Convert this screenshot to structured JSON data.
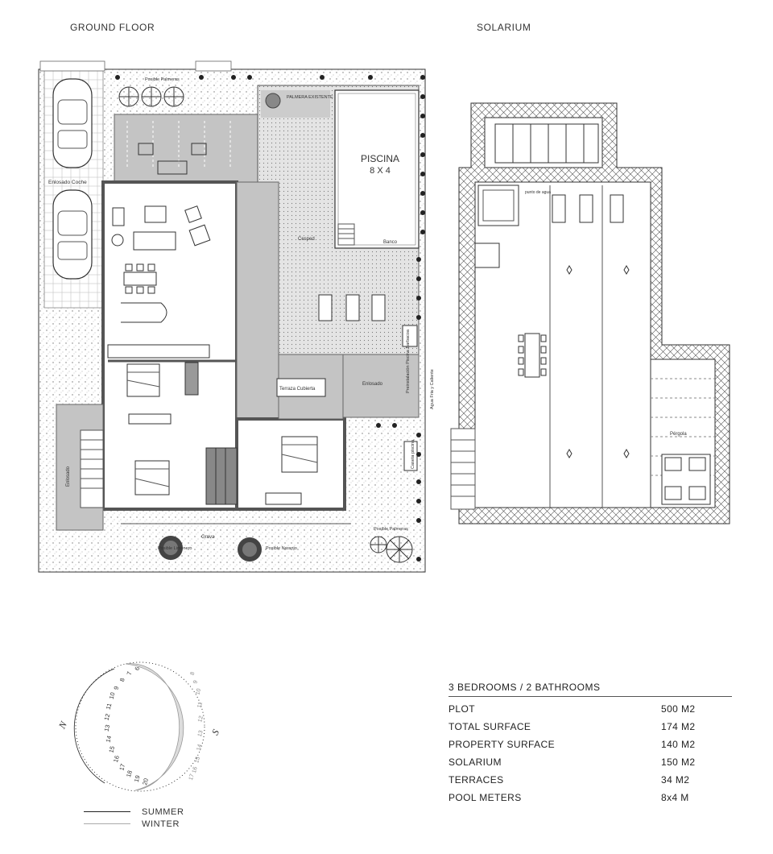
{
  "titles": {
    "ground_floor": "GROUND FLOOR",
    "solarium": "SOLARIUM"
  },
  "ground_labels": {
    "palmera": "PALMERA EXISTENTE",
    "piscina": "PISCINA",
    "piscina_size": "8 X 4",
    "cesped": "Cesped",
    "banco": "Banco",
    "enlosado_coche": "Enlosado Coche",
    "terraza": "Terraza Cubierta",
    "enlosado_right": "Enlosado",
    "enlosado_left": "Enlosado",
    "preinstalacion": "Preinstalación Piscina Barbacoa",
    "agua": "Agua Fria y Caliente",
    "caseta": "Caseta piscina",
    "grava": "Grava",
    "limonero": "Posible Limonero",
    "naranjo": "Posible Naranjo",
    "palmeras_bottom": "Posible Palmeras",
    "palmeras_top": "Posible Palmeras"
  },
  "solarium_labels": {
    "punto_agua": "punto de agua",
    "pergola": "Pérgola"
  },
  "specs": {
    "heading": "3 BEDROOMS / 2 BATHROOMS",
    "rows": [
      {
        "label": "PLOT",
        "value": "500 M2"
      },
      {
        "label": "TOTAL SURFACE",
        "value": "174 M2"
      },
      {
        "label": "PROPERTY SURFACE",
        "value": "140 M2"
      },
      {
        "label": "SOLARIUM",
        "value": "150 M2"
      },
      {
        "label": "TERRACES",
        "value": "34 M2"
      },
      {
        "label": "POOL METERS",
        "value": "8x4 M"
      }
    ]
  },
  "compass": {
    "north": "N",
    "south": "S",
    "summer_hours": [
      "6",
      "7",
      "8",
      "9",
      "10",
      "11",
      "12",
      "13",
      "14",
      "15",
      "16",
      "17",
      "18",
      "19",
      "20"
    ],
    "winter_hours": [
      "8",
      "9",
      "10",
      "11",
      "12",
      "13",
      "14",
      "15",
      "16",
      "17"
    ]
  },
  "legend": {
    "summer": "SUMMER",
    "winter": "WINTER"
  },
  "colors": {
    "wall": "#666666",
    "gray_fill": "#c8c8c8",
    "line": "#222222",
    "winter_line": "#aaaaaa"
  }
}
